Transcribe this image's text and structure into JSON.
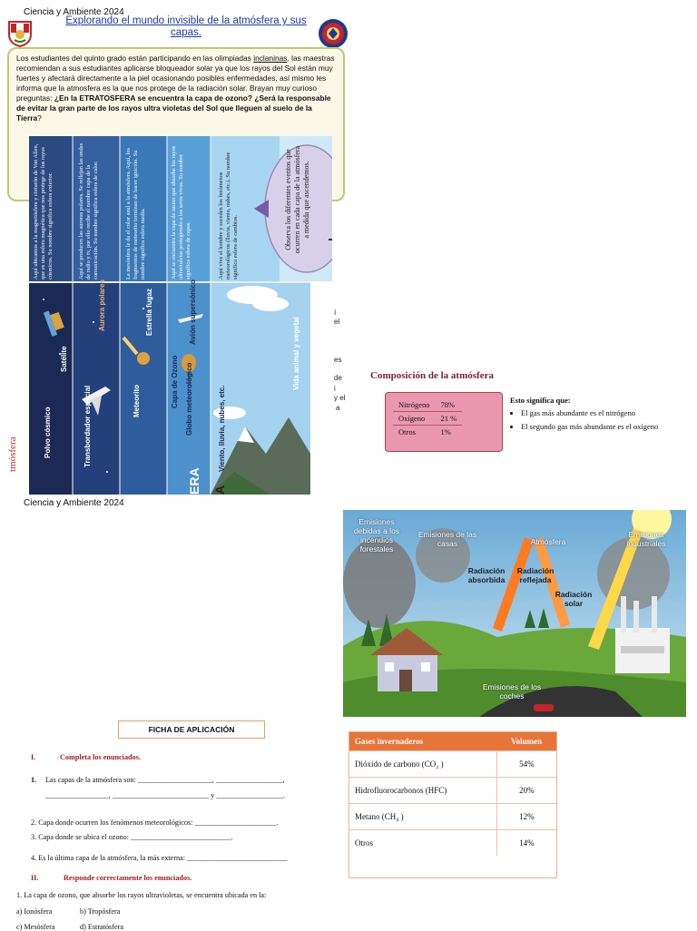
{
  "page_header_top": "Ciencia y Ambiente 2024",
  "page_header_mid": "Ciencia y Ambiente 2024",
  "title": "Explorando el mundo invisible de la atmósfera y sus capas.",
  "story": {
    "text_before_link": "Los estudiantes del quinto grado están participando en las olimpiadas ",
    "link_word": "inclaninas",
    "text_after_link": ", las maestras recomiendan a sus estudiantes aplicarse bloqueador solar ya que los rayos del Sol están muy fuertes y afectará directamente a la piel ocasionando posibles enfermedades, así mismo les informa que la atmosfera es la que nos protege de la radiación solar. Brayan muy curioso preguntas: ",
    "question": "¿En la ETRATOSFERA se encuentra la capa de ozono? ¿Será la responsable de evitar la gran parte de los rayos ultra violetas del Sol que lleguen al suelo de la Tierra",
    "question_end": "?"
  },
  "strip": {
    "descriptions": [
      "Aquí ubicamos a la magnetósfera y cinturón de Van Allen, que es una esfera magnética que nos protege de los rayos cósmicos. Su nombre significa esfera exterior.",
      "Aquí se producen las auroras polares. Se reflejan las ondas de radio y tv, por ello recibe el nombre capa de la comunicación. Su nombre significa esfera de calor.",
      "La mesósfera le da el color azul a la atmósfera. Aquí, los fragmentos de meteorito terminan de hacer ignición. Su nombre significa esfera media.",
      "Aquí se encuentra la capa de ozono que absorbe los rayos ultravioletas protegiendo a los seres vivos. Su nombre significa esfera de capas.",
      "Aquí vive el hombre y suceden los fenómenos meteorológicos (lluvia, viento, nubes, etc.). Su nombre significa esfera de cambios."
    ],
    "cloud_text": "Observa los diferentes eventos que ocurren en cada capa de la atmósfera a medida que ascendemos.",
    "layer_labels": [
      [
        "Polvo cósmico",
        "Satélite"
      ],
      [
        "Transbordador espacial",
        "Aurora polares"
      ],
      [
        "Meteorito",
        "Estrella fugaz"
      ],
      [
        "Capa de Ozono",
        "Globo meteorológico",
        "Avión supersónico"
      ],
      [
        "Viento, lluvia, nubes, etc.",
        "Vida animal y vegetal"
      ]
    ],
    "side_label": "tmósfera",
    "bottom_fragment_1": "ERA",
    "bottom_fragment_2": "A"
  },
  "fragments": [
    "í",
    "el",
    "es",
    "de",
    "i",
    "y el",
    "a"
  ],
  "composition": {
    "title": "Composición de la atmósfera",
    "rows": [
      {
        "gas": "Nitrógeno",
        "pct": "78%"
      },
      {
        "gas": "Oxígeno",
        "pct": "21 %"
      },
      {
        "gas": "Otros",
        "pct": "1%"
      }
    ],
    "notes_title": "Esto significa que:",
    "notes": [
      "El gas más abundante es el nitrógeno",
      "El segundo gas más abundante es el oxígeno"
    ]
  },
  "illustration": {
    "labels": [
      "Emisiones debidas a los incendios forestales",
      "Emisiones de las casas",
      "Atmósfera",
      "Emisiones industriales",
      "Radiación absorbida",
      "Radiación reflejada",
      "Radiación solar",
      "Emisiones de los coches"
    ]
  },
  "ficha": {
    "label": "FICHA DE APLICACIÓN",
    "section1_num": "I.",
    "section1_title": "Completa los enunciados.",
    "q1_num": "1.",
    "q1_text": "Las capas de la atmósfera son: ____________________, __________________,",
    "q1_line2": "_________________, __________________________ y __________________.",
    "q2": "2.   Capa donde ocurren los fenómenos meteorológicos: ______________________.",
    "q3": "3.   Capa donde se ubica el ozono: ___________________________.",
    "q4": "4. Es la última capa de la atmósfera, la más externa: ___________________________",
    "section2_num": "II.",
    "section2_title": "Responde correctamente los enunciados.",
    "q5": "1. La capa de ozono, que absorbe los rayos ultravioletas, se encuentra ubicada en la:",
    "opt_a": "a) Ionósfera",
    "opt_b": "b) Tropósfera",
    "opt_c": "c) Mesósfera",
    "opt_d": "d) Estratósfera"
  },
  "gases": {
    "header_gas": "Gases invernaderos",
    "header_vol": "Volumen",
    "rows": [
      {
        "gas": "Dióxido de carbono (CO₂ )",
        "vol": "54%"
      },
      {
        "gas": "Hidrofluorocarbonos (HFC)",
        "vol": "20%"
      },
      {
        "gas": "Metano (CH₄ )",
        "vol": "12%"
      },
      {
        "gas": "Otros",
        "vol": "14%"
      }
    ]
  },
  "colors": {
    "title_blue": "#1d3aa8",
    "story_border": "#b6cc7a",
    "composition_pink": "#ea98b2",
    "gases_header": "#e8743a"
  }
}
